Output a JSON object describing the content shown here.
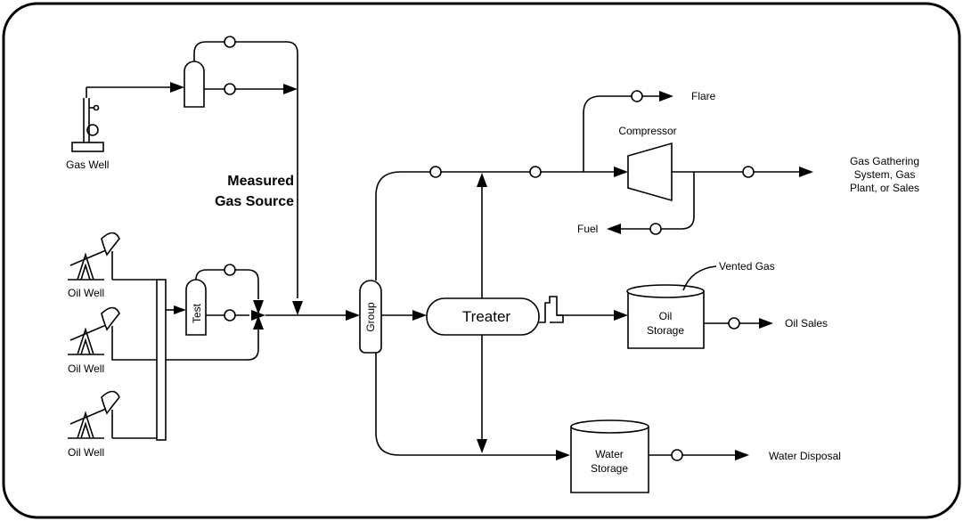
{
  "labels": {
    "gas_well": "Gas Well",
    "measured_line1": "Measured",
    "measured_line2": "Gas Source",
    "oil_well_1": "Oil Well",
    "oil_well_2": "Oil Well",
    "oil_well_3": "Oil Well",
    "test": "Test",
    "group": "Group",
    "treater": "Treater",
    "flare": "Flare",
    "compressor": "Compressor",
    "gas_gathering_line1": "Gas Gathering",
    "gas_gathering_line2": "System, Gas",
    "gas_gathering_line3": "Plant, or Sales",
    "fuel": "Fuel",
    "vented_gas": "Vented Gas",
    "oil_storage_line1": "Oil",
    "oil_storage_line2": "Storage",
    "oil_sales": "Oil Sales",
    "water_storage_line1": "Water",
    "water_storage_line2": "Storage",
    "water_disposal": "Water Disposal"
  }
}
